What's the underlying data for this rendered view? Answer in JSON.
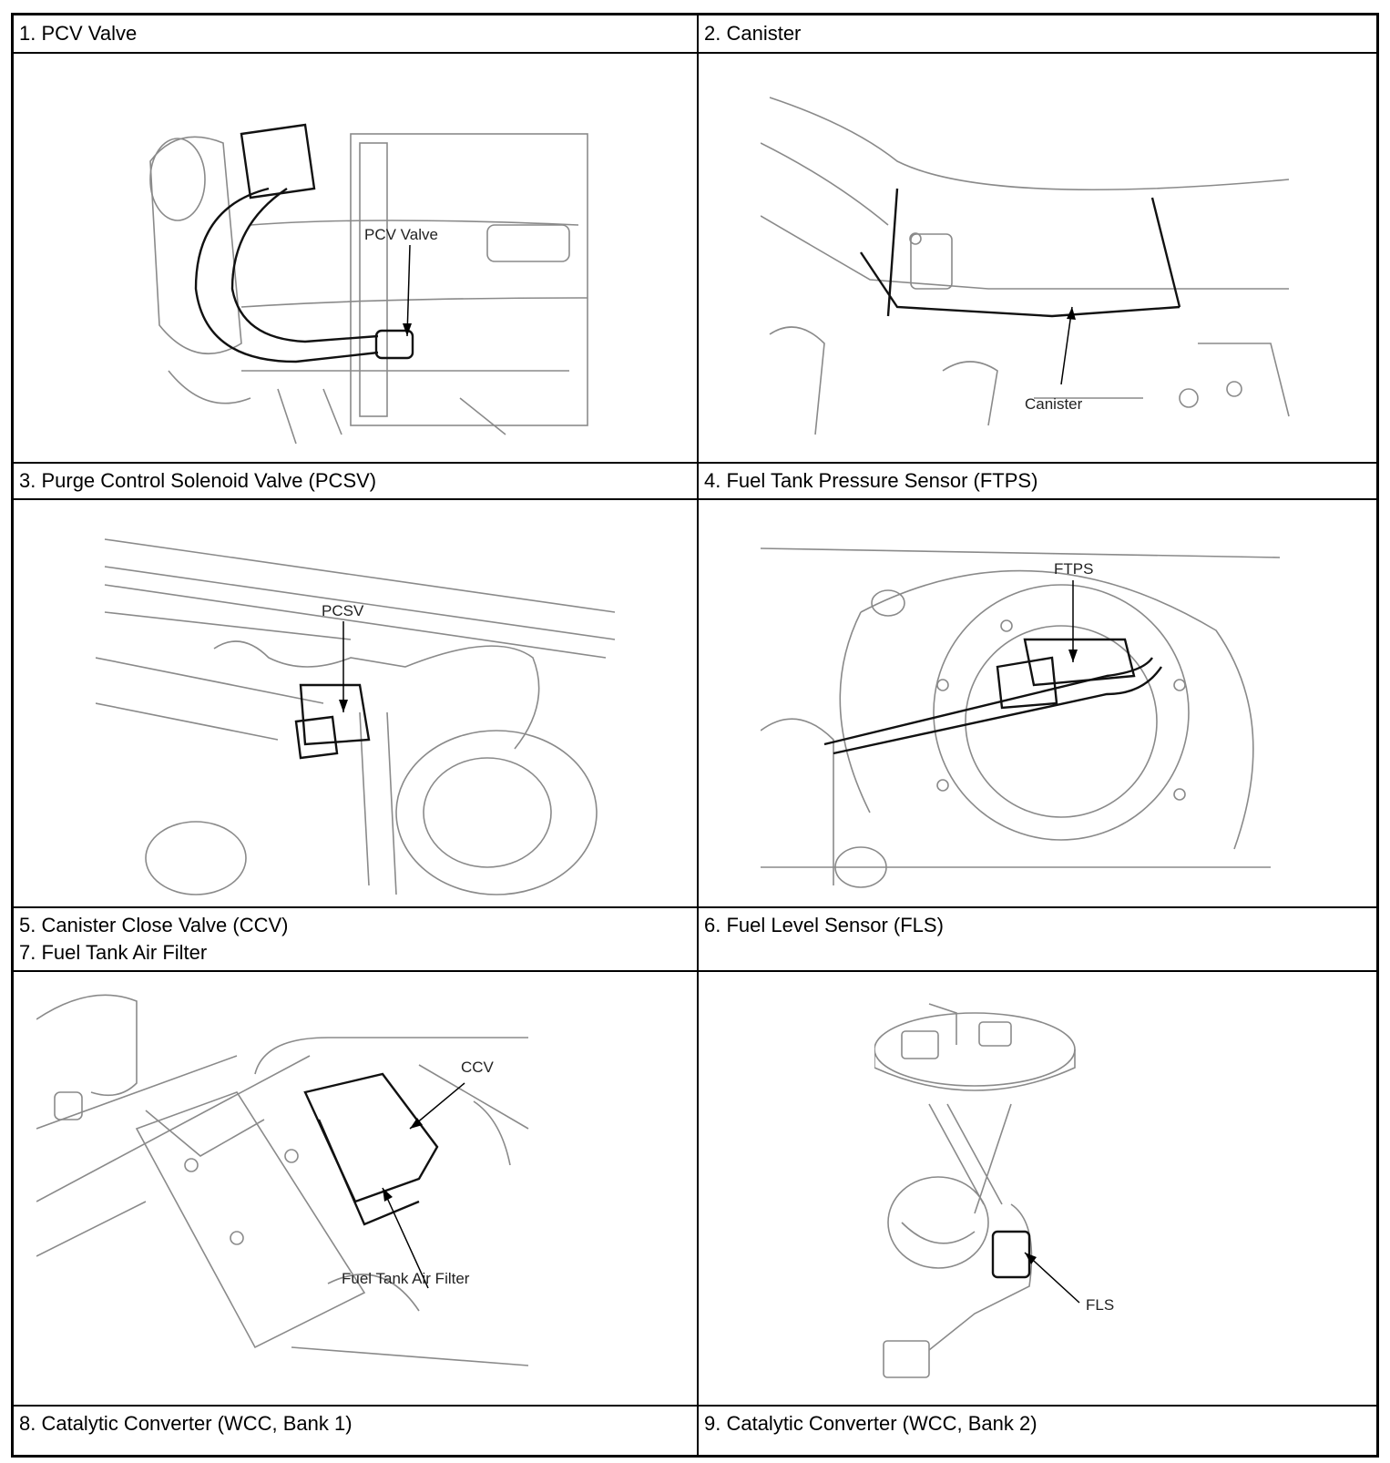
{
  "cells": [
    {
      "id": 1,
      "caption": "1. PCV Valve",
      "figure_label": "PCV Valve"
    },
    {
      "id": 2,
      "caption": "2. Canister",
      "figure_label": "Canister"
    },
    {
      "id": 3,
      "caption": "3. Purge Control Solenoid Valve (PCSV)",
      "figure_label": "PCSV"
    },
    {
      "id": 4,
      "caption": "4. Fuel Tank Pressure Sensor (FTPS)",
      "figure_label": "FTPS"
    },
    {
      "id": 5,
      "caption": "5. Canister Close Valve (CCV)",
      "caption_line2": "7. Fuel Tank Air Filter",
      "figure_label": "CCV",
      "figure_label_2": "Fuel Tank Air Filter"
    },
    {
      "id": 6,
      "caption": "6. Fuel Level Sensor (FLS)",
      "figure_label": "FLS"
    },
    {
      "id": 8,
      "caption": "8. Catalytic Converter (WCC, Bank 1)"
    },
    {
      "id": 9,
      "caption": "9. Catalytic Converter (WCC, Bank 2)"
    }
  ]
}
